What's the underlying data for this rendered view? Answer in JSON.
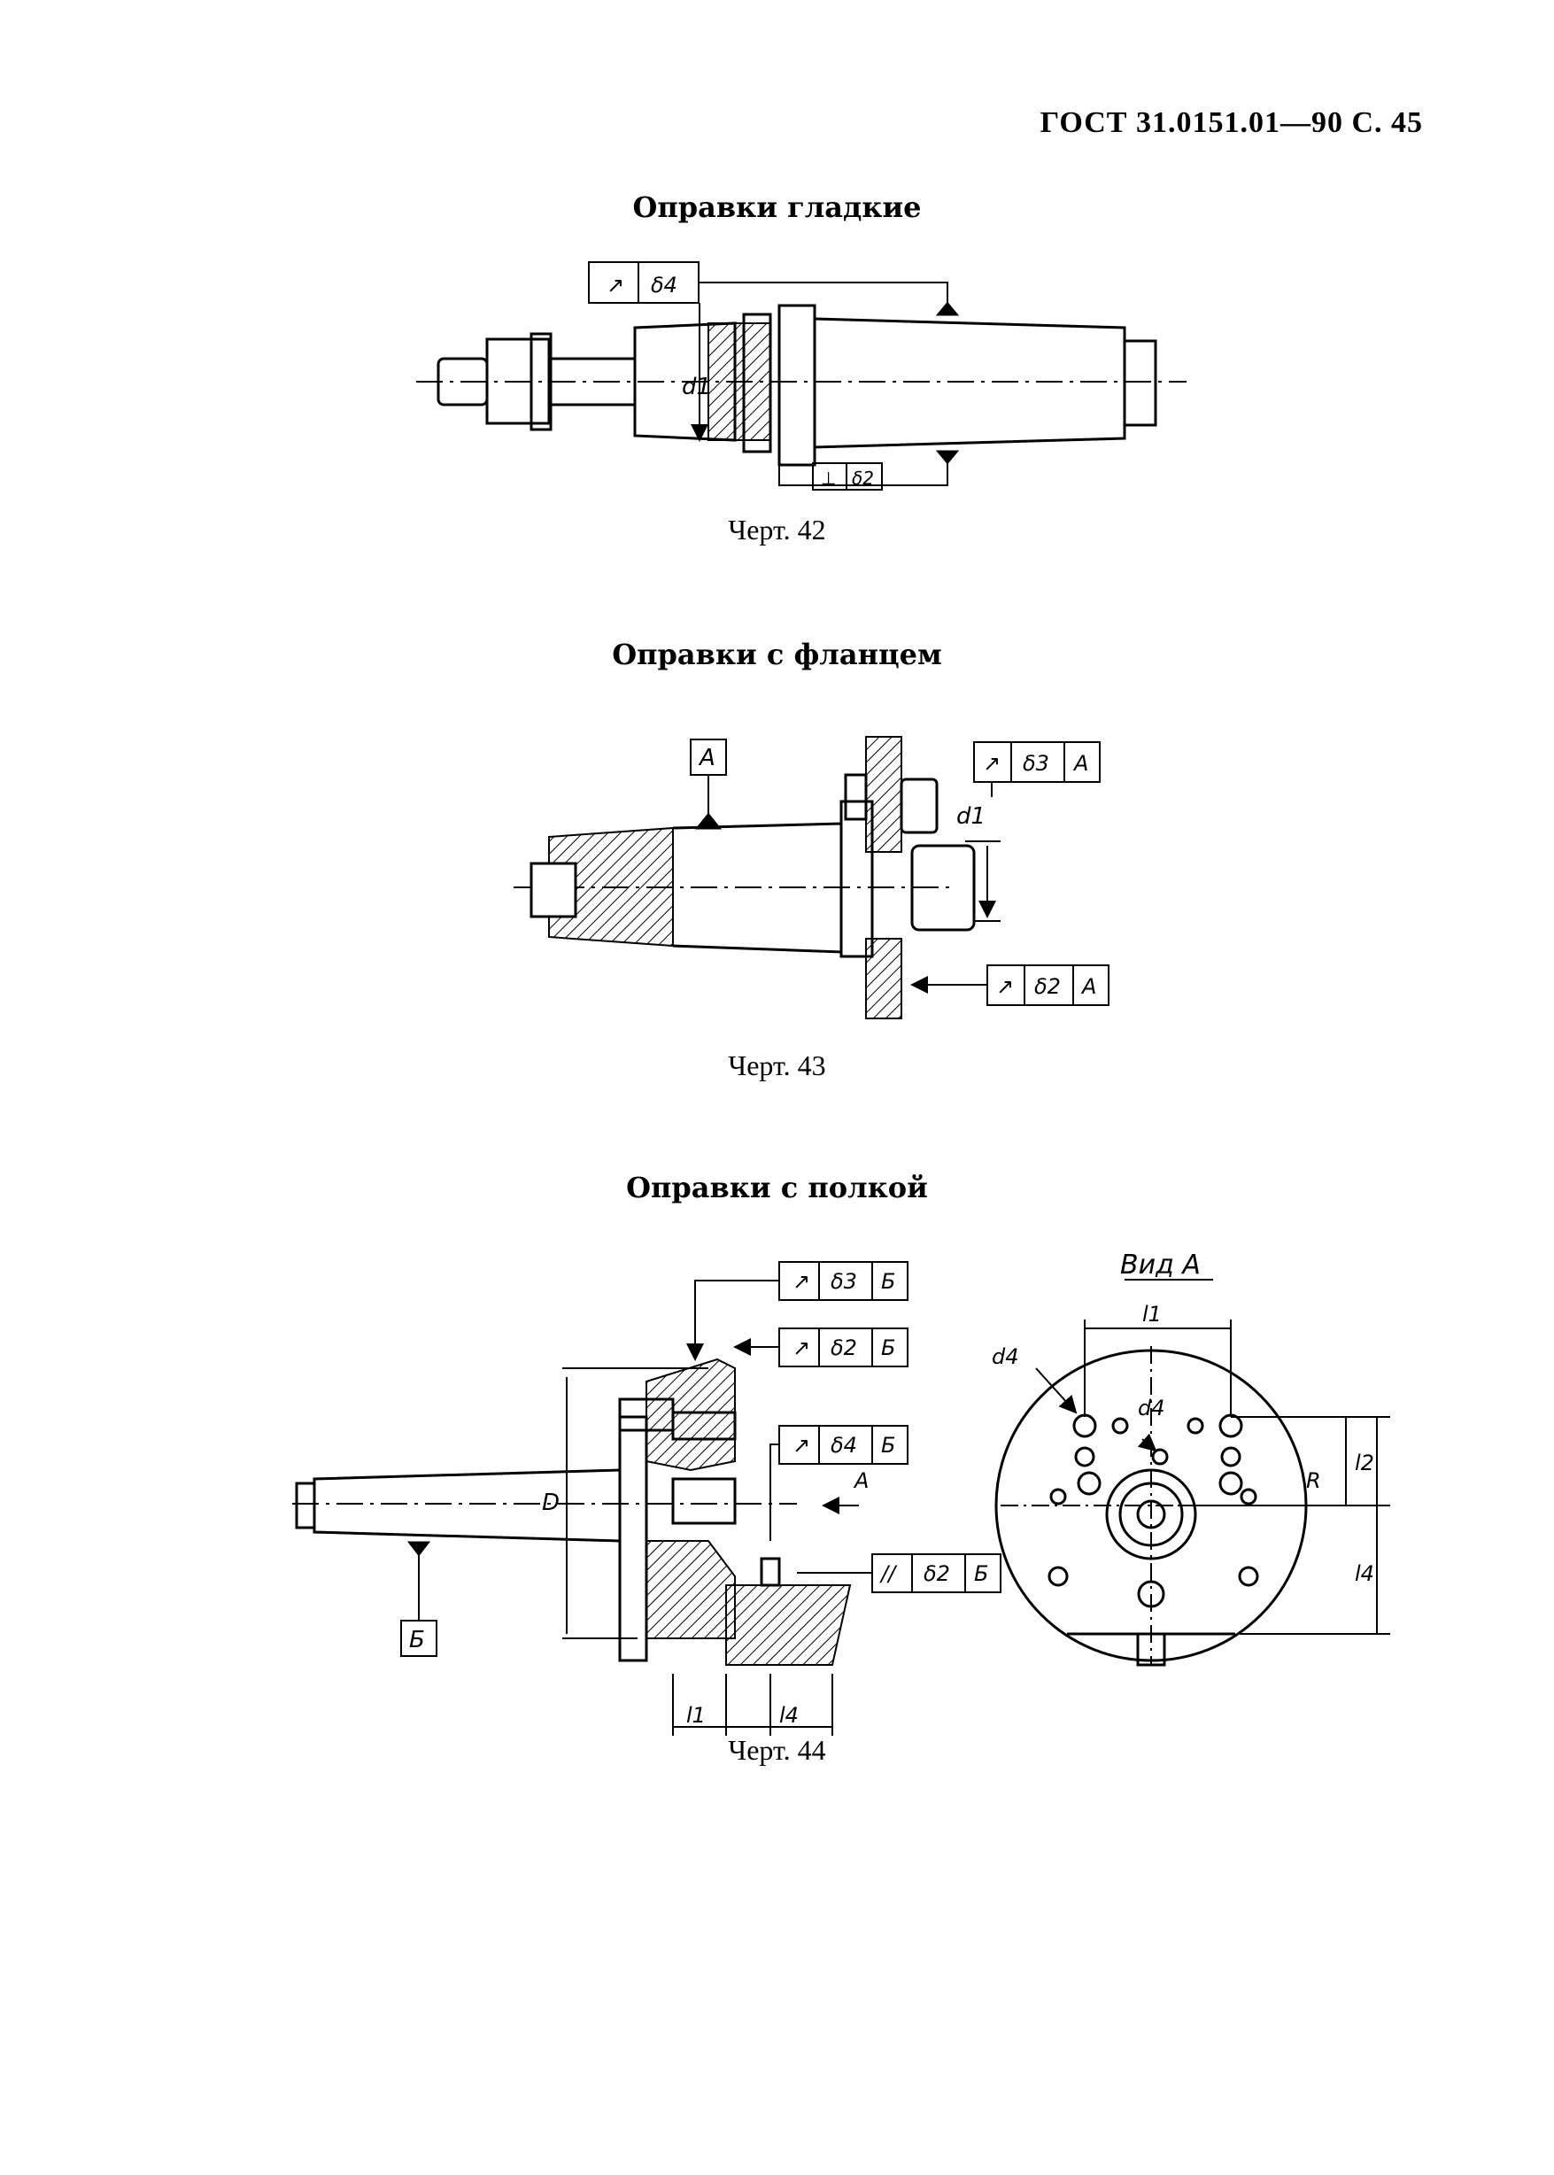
{
  "header": {
    "text": "ГОСТ 31.0151.01—90 С. 45"
  },
  "sections": [
    {
      "title": "Оправки гладкие",
      "caption": "Черт. 42",
      "labels": {
        "frame_top": [
          "↗",
          "δ4"
        ],
        "frame_bottom": [
          "⊥",
          "δ2"
        ],
        "d1": "d1"
      }
    },
    {
      "title": "Оправки с фланцем",
      "caption": "Черт. 43",
      "labels": {
        "datum": "A",
        "frame_top": [
          "↗",
          "δ3",
          "A"
        ],
        "frame_bottom": [
          "↗",
          "δ2",
          "A"
        ],
        "d1": "d1"
      }
    },
    {
      "title": "Оправки с полкой",
      "caption": "Черт. 44",
      "labels": {
        "datum": "Б",
        "frame_1": [
          "↗",
          "δ3",
          "Б"
        ],
        "frame_2": [
          "↗",
          "δ2",
          "Б"
        ],
        "frame_3": [
          "↗",
          "δ4",
          "Б"
        ],
        "frame_4": [
          "//",
          "δ2",
          "Б"
        ],
        "D": "D",
        "arrow_label": "A",
        "l1": "l1",
        "l4": "l4",
        "view_title": "Вид А",
        "view_l1": "l1",
        "view_d4_a": "d4",
        "view_d4_b": "d4",
        "view_R": "R",
        "view_l2": "l2",
        "view_l4": "l4"
      }
    }
  ]
}
